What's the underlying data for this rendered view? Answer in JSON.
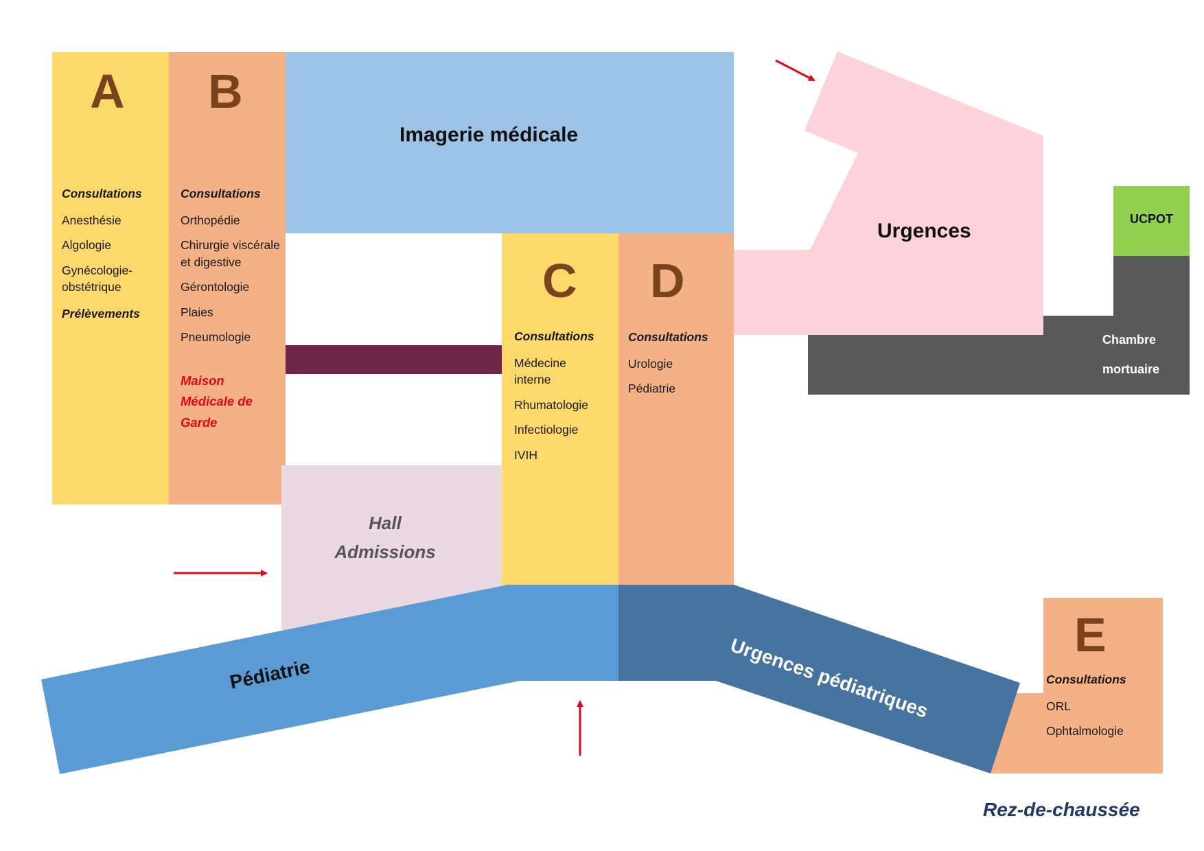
{
  "colors": {
    "yellow": "#fdd86b",
    "orange": "#f4b185",
    "light_blue": "#9dc3e6",
    "blue": "#5b9bd5",
    "dark_blue": "#44749f",
    "pink": "#fdd2d9",
    "lilac": "#ead9e3",
    "purple": "#6f254a",
    "grey": "#595959",
    "green": "#92d050",
    "arrow": "#e30613",
    "letter": "#7a431d",
    "title": "#1f3864"
  },
  "blocks": {
    "a": {
      "letter": "A",
      "heading": "Consultations",
      "items": [
        "Anesthésie",
        "Algologie",
        "Gynécologie-",
        "obstétrique"
      ],
      "extra": "Prélèvements"
    },
    "b": {
      "letter": "B",
      "heading": "Consultations",
      "items": [
        "Orthopédie",
        "Chirurgie viscérale",
        "et digestive",
        "Gérontologie",
        "Plaies",
        "Pneumologie"
      ],
      "note": [
        "Maison",
        "Médicale de",
        "Garde"
      ]
    },
    "c": {
      "letter": "C",
      "heading": "Consultations",
      "items": [
        "Médecine",
        "interne",
        "Rhumatologie",
        "Infectiologie",
        "IVIH"
      ]
    },
    "d": {
      "letter": "D",
      "heading": "Consultations",
      "items": [
        "Urologie",
        "Pédiatrie"
      ]
    },
    "e": {
      "letter": "E",
      "heading": "Consultations",
      "items": [
        "ORL",
        "Ophtalmologie"
      ]
    }
  },
  "areas": {
    "imagerie": "Imagerie médicale",
    "urgences": "Urgences",
    "ucpot": "UCPOT",
    "chambre": [
      "Chambre",
      "mortuaire"
    ],
    "hall": [
      "Hall",
      "Admissions"
    ],
    "pediatrie": "Pédiatrie",
    "urgences_pediatriques": "Urgences pédiatriques"
  },
  "floor_label": "Rez-de-chaussée"
}
